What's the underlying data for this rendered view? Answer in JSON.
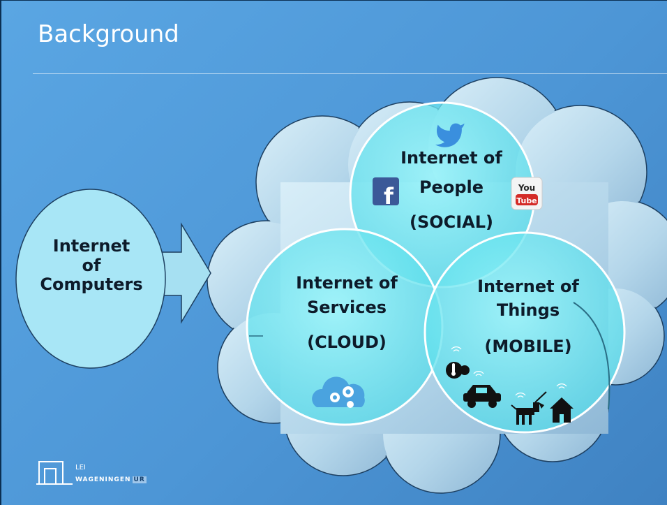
{
  "slide": {
    "title": "Background"
  },
  "computers": {
    "line1": "Internet",
    "line2": "of",
    "line3": "Computers"
  },
  "people": {
    "line1": "Internet of",
    "line2": "People",
    "line3": "(SOCIAL)"
  },
  "services": {
    "line1": "Internet of",
    "line2": "Services",
    "line3": "(CLOUD)"
  },
  "things": {
    "line1": "Internet of",
    "line2": "Things",
    "line3": "(MOBILE)"
  },
  "icons": {
    "youtube_top": "You",
    "youtube_bottom": "Tube",
    "facebook": "f"
  },
  "logo": {
    "line1": "LEI",
    "line2": "WAGENINGEN",
    "badge": "UR"
  },
  "colors": {
    "background": "#4d96d6",
    "circle_fill": "#73e8f2",
    "cloud_fill": "#c4e2f2",
    "text": "#0d1b2a"
  }
}
